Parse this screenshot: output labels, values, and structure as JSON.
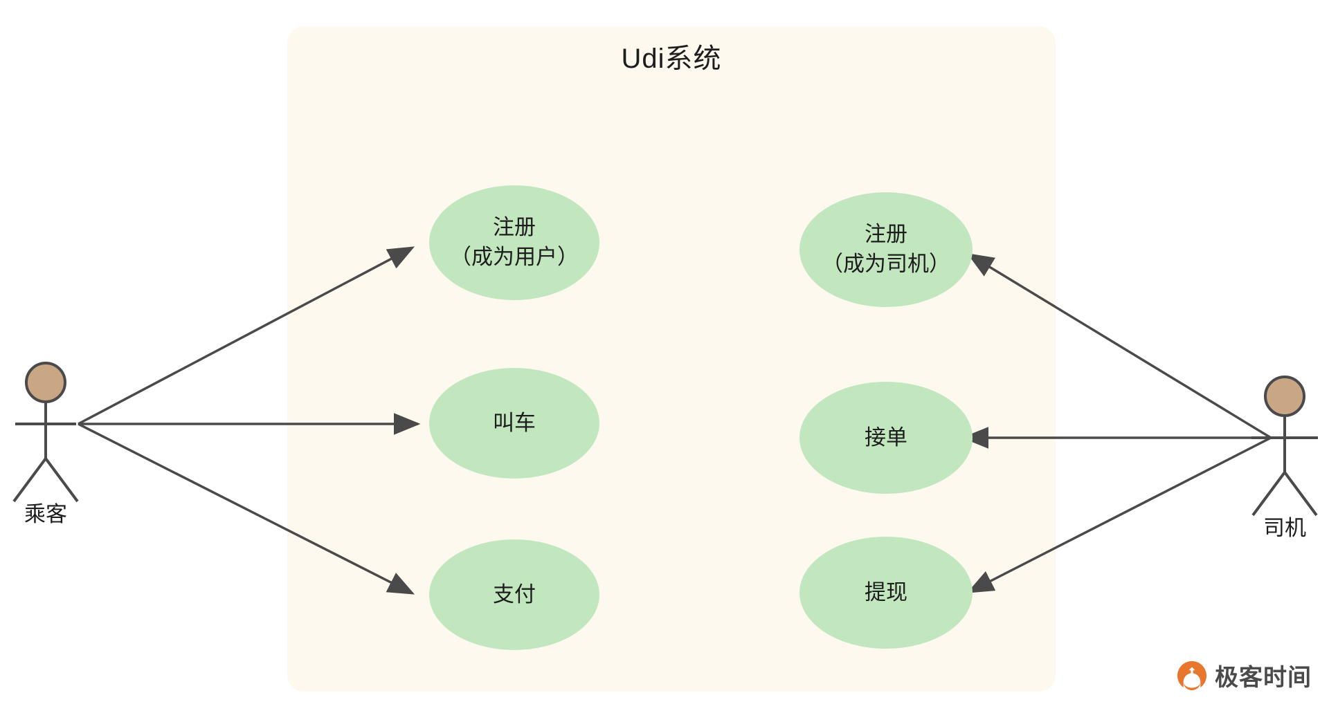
{
  "diagram": {
    "type": "uml-use-case",
    "system": {
      "title": "Udi系统",
      "background_color": "#fdf9ef"
    },
    "colors": {
      "usecase_fill": "#c2e7bf",
      "system_fill": "#fdf9ef",
      "line": "#4a4a4a",
      "actor_head": "#c9a684",
      "brand_orange": "#e8762c",
      "text": "#1d1d1d",
      "page_background": "#ffffff"
    },
    "actors": [
      {
        "id": "passenger",
        "label": "乘客",
        "side": "left"
      },
      {
        "id": "driver",
        "label": "司机",
        "side": "right"
      }
    ],
    "use_cases": [
      {
        "id": "register-user",
        "lines": [
          "注册",
          "（成为用户）"
        ],
        "column": "left",
        "row": 1
      },
      {
        "id": "call-ride",
        "lines": [
          "叫车"
        ],
        "column": "left",
        "row": 2
      },
      {
        "id": "pay",
        "lines": [
          "支付"
        ],
        "column": "left",
        "row": 3
      },
      {
        "id": "register-driver",
        "lines": [
          "注册",
          "（成为司机）"
        ],
        "column": "right",
        "row": 1
      },
      {
        "id": "accept-order",
        "lines": [
          "接单"
        ],
        "column": "right",
        "row": 2
      },
      {
        "id": "withdraw",
        "lines": [
          "提现"
        ],
        "column": "right",
        "row": 3
      }
    ],
    "associations": [
      {
        "from": "passenger",
        "to": "register-user",
        "direction": "to-usecase"
      },
      {
        "from": "passenger",
        "to": "call-ride",
        "direction": "to-usecase"
      },
      {
        "from": "passenger",
        "to": "pay",
        "direction": "to-usecase"
      },
      {
        "from": "driver",
        "to": "register-driver",
        "direction": "to-usecase"
      },
      {
        "from": "driver",
        "to": "accept-order",
        "direction": "to-usecase"
      },
      {
        "from": "driver",
        "to": "withdraw",
        "direction": "to-usecase"
      }
    ],
    "brand": {
      "name": "极客时间"
    }
  }
}
